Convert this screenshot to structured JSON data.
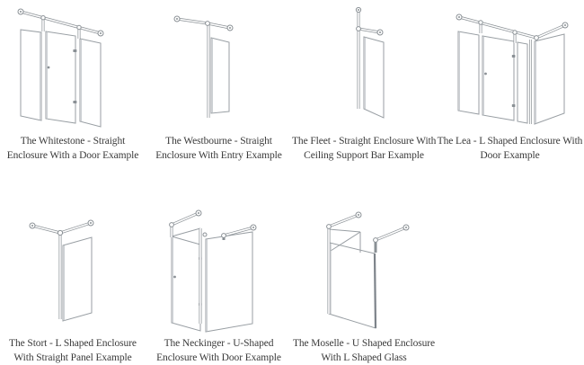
{
  "page": {
    "background": "#ffffff",
    "caption_color": "#3a3a3a",
    "line_color": "#989ea3",
    "hardware_color": "#8a9095"
  },
  "figures": [
    {
      "id": "whitestone",
      "caption_line1": "The Whitestone - Straight",
      "caption_line2": "Enclosure With a Door Example"
    },
    {
      "id": "westbourne",
      "caption_line1": "The Westbourne - Straight",
      "caption_line2": "Enclosure With Entry Example"
    },
    {
      "id": "fleet",
      "caption_line1": "The Fleet - Straight Enclosure With",
      "caption_line2": "Ceiling Support Bar Example"
    },
    {
      "id": "lea",
      "caption_line1": "The Lea - L Shaped Enclosure With",
      "caption_line2": "Door Example"
    },
    {
      "id": "stort",
      "caption_line1": "The Stort - L Shaped Enclosure",
      "caption_line2": "With Straight Panel Example"
    },
    {
      "id": "neckinger",
      "caption_line1": "The Neckinger - U-Shaped",
      "caption_line2": "Enclosure With Door Example"
    },
    {
      "id": "moselle",
      "caption_line1": "The Moselle - U Shaped Enclosure",
      "caption_line2": "With L Shaped Glass"
    }
  ]
}
